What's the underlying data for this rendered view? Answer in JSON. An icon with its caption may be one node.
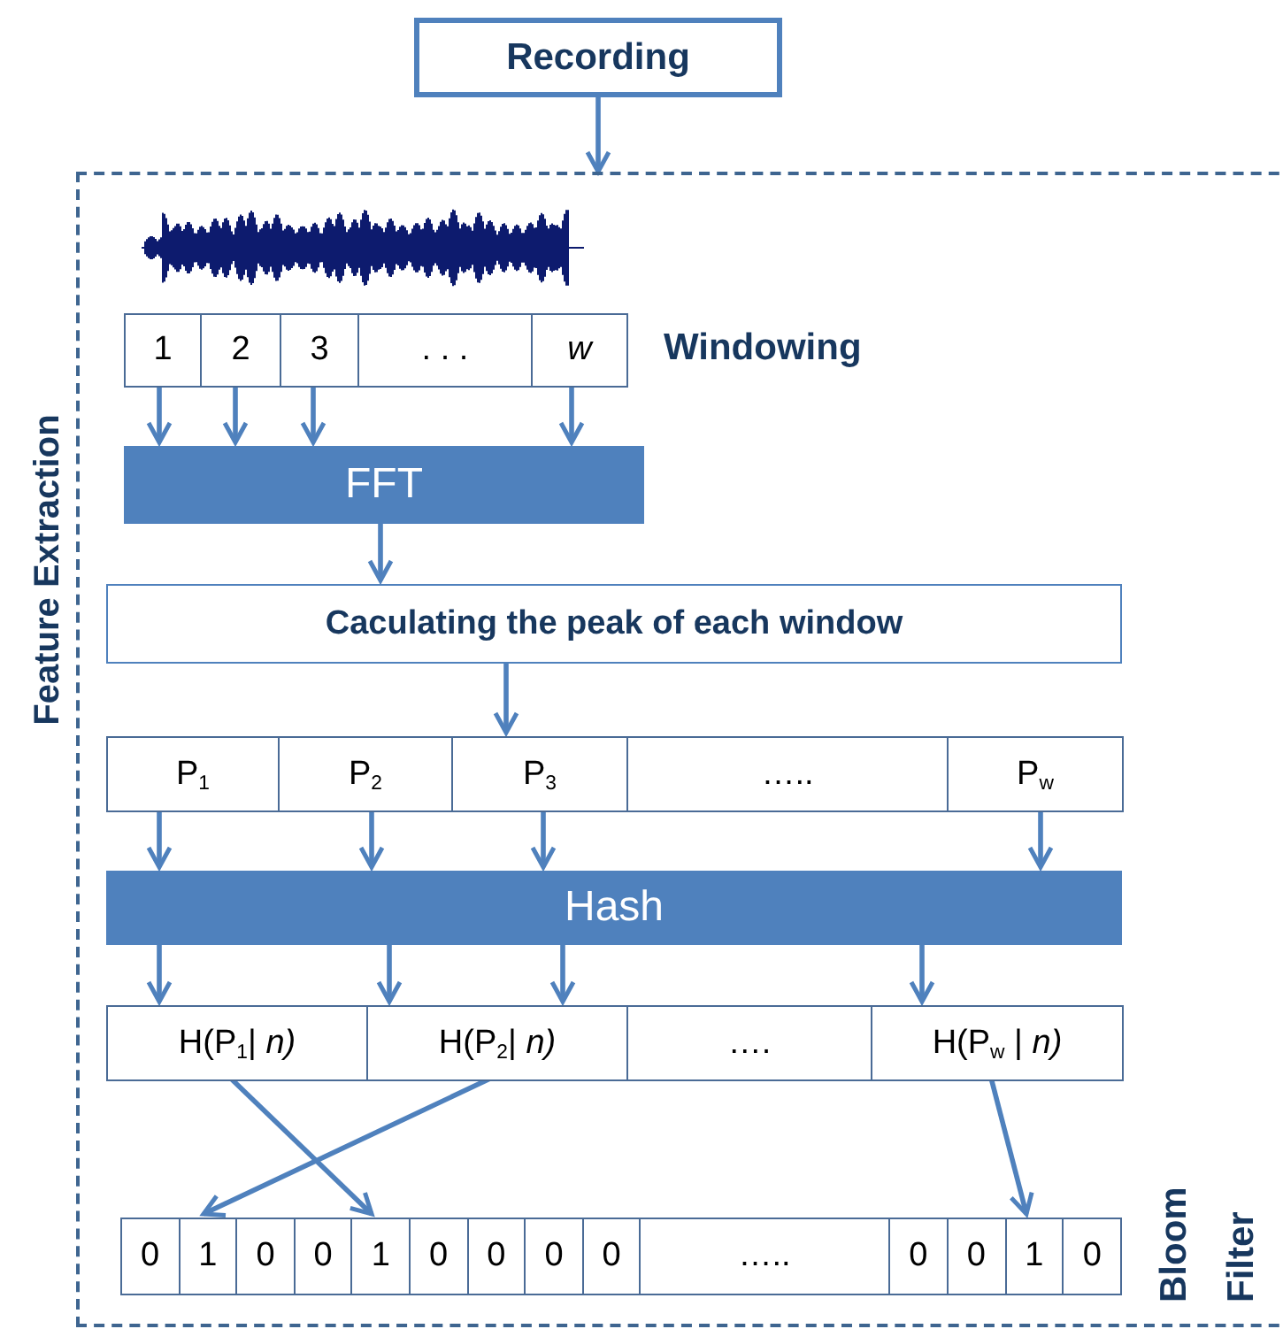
{
  "diagram": {
    "nodes": [
      {
        "text": [
          "Recording"
        ]
      },
      {
        "text": [
          "Feature Extraction"
        ]
      },
      {
        "text": [
          "1"
        ],
        "in": 1
      },
      {
        "text": [
          "2"
        ],
        "in": 1
      },
      {
        "text": [
          "3"
        ],
        "in": 1
      },
      {
        "text": [
          ". . ."
        ],
        "in": 1
      },
      {
        "text": [
          "w"
        ],
        "in": 1
      },
      {
        "text": [
          "FFT"
        ],
        "in": 1
      },
      {
        "text": [
          "Caculating the peak of each window"
        ],
        "in": 1
      },
      {
        "text": [
          "P$_{1}$"
        ],
        "in": 1
      },
      {
        "text": [
          "P$_{2}$"
        ],
        "in": 1
      },
      {
        "text": [
          "P$_{3}$"
        ],
        "in": 1
      },
      {
        "text": [
          "….."
        ],
        "in": 1
      },
      {
        "text": [
          "P$_{w}$"
        ],
        "in": 1
      },
      {
        "text": [
          "Hash"
        ],
        "in": 1
      },
      {
        "text": [
          "H(P$_{1}$| *n)*"
        ],
        "in": 1
      },
      {
        "text": [
          "H(P$_{2}$| *n)*"
        ],
        "in": 1
      },
      {
        "text": [
          "…."
        ],
        "in": 1
      },
      {
        "text": [
          "H(P$_{w}$ | *n)*"
        ],
        "in": 1
      },
      {
        "text": [
          "0"
        ],
        "in": 1
      },
      {
        "text": [
          "1"
        ],
        "in": 1
      },
      {
        "text": [
          "0"
        ],
        "in": 1
      },
      {
        "text": [
          "0"
        ],
        "in": 1
      },
      {
        "text": [
          "1"
        ],
        "in": 1
      },
      {
        "text": [
          "0"
        ],
        "in": 1
      },
      {
        "text": [
          "0"
        ],
        "in": 1
      },
      {
        "text": [
          "0"
        ],
        "in": 1
      },
      {
        "text": [
          "0"
        ],
        "in": 1
      },
      {
        "text": [
          "….."
        ],
        "in": 1
      },
      {
        "text": [
          "0"
        ],
        "in": 1
      },
      {
        "text": [
          "0"
        ],
        "in": 1
      },
      {
        "text": [
          "1"
        ],
        "in": 1
      },
      {
        "text": [
          "0"
        ],
        "in": 1
      }
    ],
    "edges": [
      {
        "from": 0,
        "to": 1,
        "arrow": "to"
      },
      {
        "from": 2,
        "to": 7,
        "arrow": "to"
      },
      {
        "from": 3,
        "to": 7,
        "arrow": "to"
      },
      {
        "from": 4,
        "to": 7,
        "arrow": "to"
      },
      {
        "from": 6,
        "to": 7,
        "arrow": "to"
      },
      {
        "from": 7,
        "to": 8,
        "arrow": "to"
      },
      {
        "from": 8,
        "to": 11,
        "arrow": "to"
      },
      {
        "from": 9,
        "to": 14,
        "arrow": "to"
      },
      {
        "from": 10,
        "to": 14,
        "arrow": "to"
      },
      {
        "from": 11,
        "to": 14,
        "arrow": "to"
      },
      {
        "from": 13,
        "to": 14,
        "arrow": "to"
      },
      {
        "from": 14,
        "to": 15,
        "arrow": "to"
      },
      {
        "from": 14,
        "to": 16,
        "arrow": "to"
      },
      {
        "from": 14,
        "to": 16,
        "arrow": "to"
      },
      {
        "from": 14,
        "to": 18,
        "arrow": "to"
      },
      {
        "from": 15,
        "to": 24,
        "arrow": "to"
      },
      {
        "from": 16,
        "to": 20,
        "arrow": "to"
      },
      {
        "from": 18,
        "to": 31,
        "arrow": "to"
      }
    ],
    "labels": [
      "Windowing",
      "Bloom Filter"
    ]
  }
}
